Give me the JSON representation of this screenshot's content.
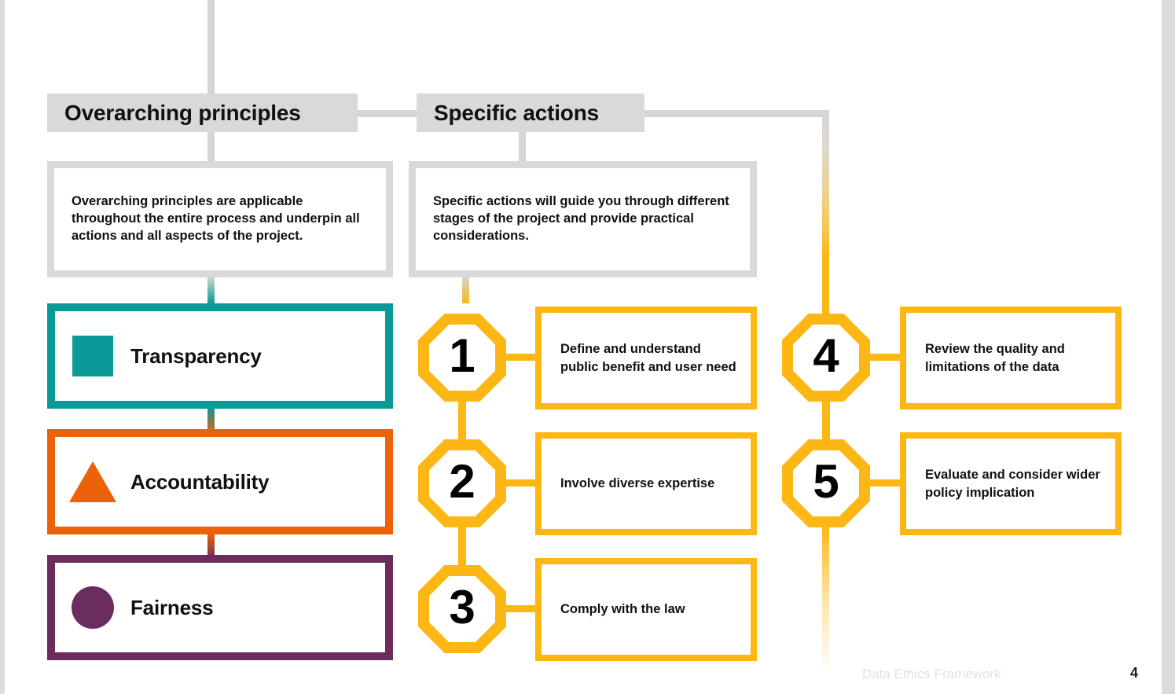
{
  "document": {
    "footer_label": "Data Ethics Framework",
    "page_number": "4"
  },
  "colors": {
    "teal": "#0b9a98",
    "orange": "#eb6209",
    "purple": "#6b2d5e",
    "amber": "#fcb714",
    "grey_header": "#d9d9d9",
    "grey_line": "#d5d5d5",
    "text": "#111111",
    "footer_text": "#e2e2e2"
  },
  "columns": [
    {
      "id": "overarching",
      "header": "Overarching principles",
      "description": "Overarching principles are applicable throughout the entire process and underpin all actions and all aspects of the project."
    },
    {
      "id": "specific",
      "header": "Specific actions",
      "description": "Specific actions will guide you through different stages of the project and provide practical considerations."
    }
  ],
  "principles": [
    {
      "label": "Transparency",
      "glyph": "square",
      "color": "#0b9a98"
    },
    {
      "label": "Accountability",
      "glyph": "triangle",
      "color": "#eb6209"
    },
    {
      "label": "Fairness",
      "glyph": "circle",
      "color": "#6b2d5e"
    }
  ],
  "actions": [
    {
      "number": "1",
      "text": "Define and understand public benefit and user need"
    },
    {
      "number": "2",
      "text": "Involve diverse expertise"
    },
    {
      "number": "3",
      "text": "Comply with the law"
    },
    {
      "number": "4",
      "text": "Review the quality and limitations of the data"
    },
    {
      "number": "5",
      "text": "Evaluate and consider wider policy implication"
    }
  ]
}
